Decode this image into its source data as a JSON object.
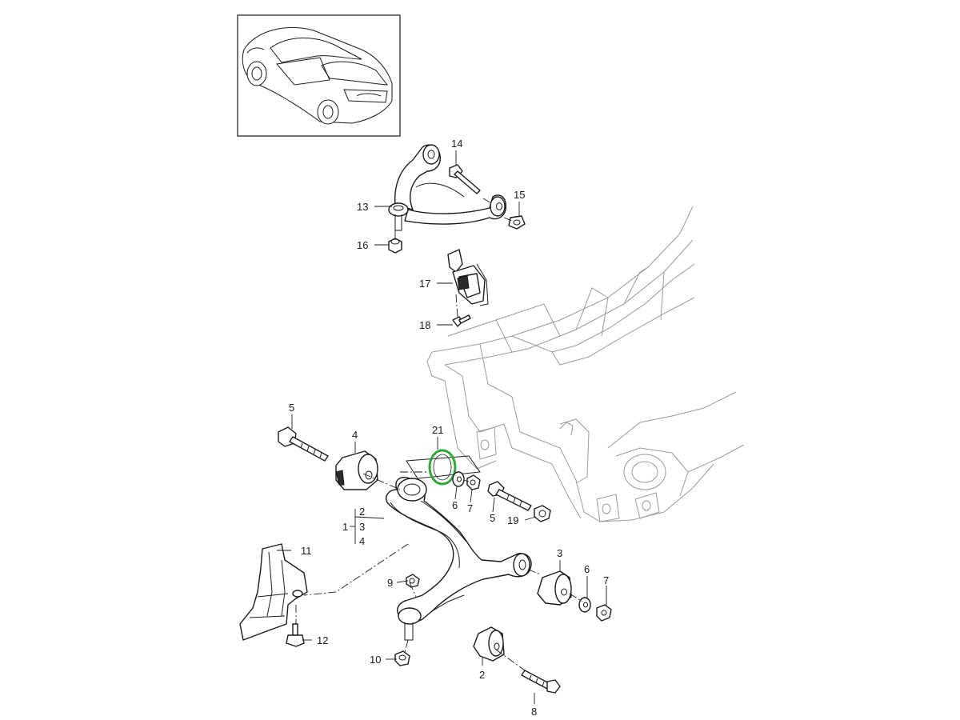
{
  "callouts": {
    "c1": "1",
    "c2a": "2",
    "c2b": "2",
    "c3a": "3",
    "c3b": "3",
    "c4a": "4",
    "c4b": "4",
    "c5a": "5",
    "c5b": "5",
    "c6a": "6",
    "c6b": "6",
    "c7a": "7",
    "c7b": "7",
    "c8": "8",
    "c9": "9",
    "c10": "10",
    "c11": "11",
    "c12": "12",
    "c13": "13",
    "c14": "14",
    "c15": "15",
    "c16": "16",
    "c17": "17",
    "c18": "18",
    "c19": "19",
    "c21": "21"
  },
  "colors": {
    "line": "#1a1a1a",
    "frame_line": "#9a9a9a",
    "highlight": "#2fa83a"
  }
}
